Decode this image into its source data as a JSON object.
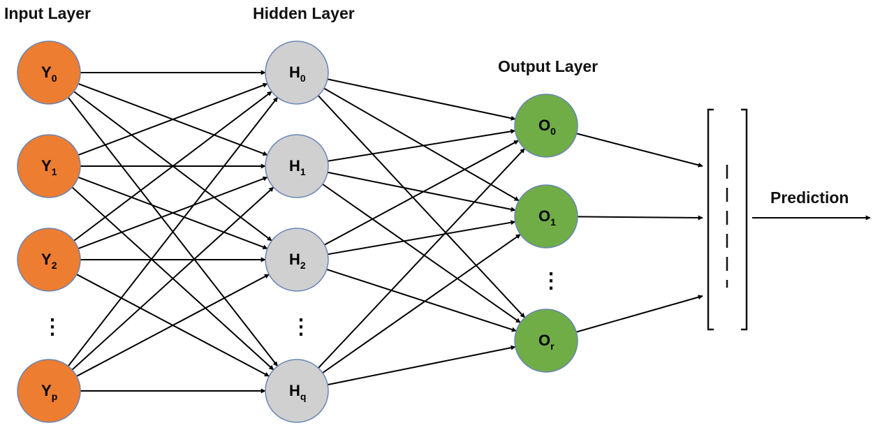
{
  "titles": {
    "input": "Input Layer",
    "hidden": "Hidden Layer",
    "output": "Output Layer",
    "prediction": "Prediction"
  },
  "colors": {
    "input_node": "#ED7D31",
    "hidden_node": "#D0D0D0",
    "output_node": "#70AD47",
    "node_stroke": "#6A85B6",
    "edge": "#000000"
  },
  "layers": {
    "input": [
      {
        "letter": "Y",
        "sub": "0"
      },
      {
        "letter": "Y",
        "sub": "1"
      },
      {
        "letter": "Y",
        "sub": "2"
      },
      {
        "letter": "Y",
        "sub": "p"
      }
    ],
    "hidden": [
      {
        "letter": "H",
        "sub": "0"
      },
      {
        "letter": "H",
        "sub": "1"
      },
      {
        "letter": "H",
        "sub": "2"
      },
      {
        "letter": "H",
        "sub": "q"
      }
    ],
    "output": [
      {
        "letter": "O",
        "sub": "0"
      },
      {
        "letter": "O",
        "sub": "1"
      },
      {
        "letter": "O",
        "sub": "r"
      }
    ]
  },
  "ellipsis": "⋮"
}
